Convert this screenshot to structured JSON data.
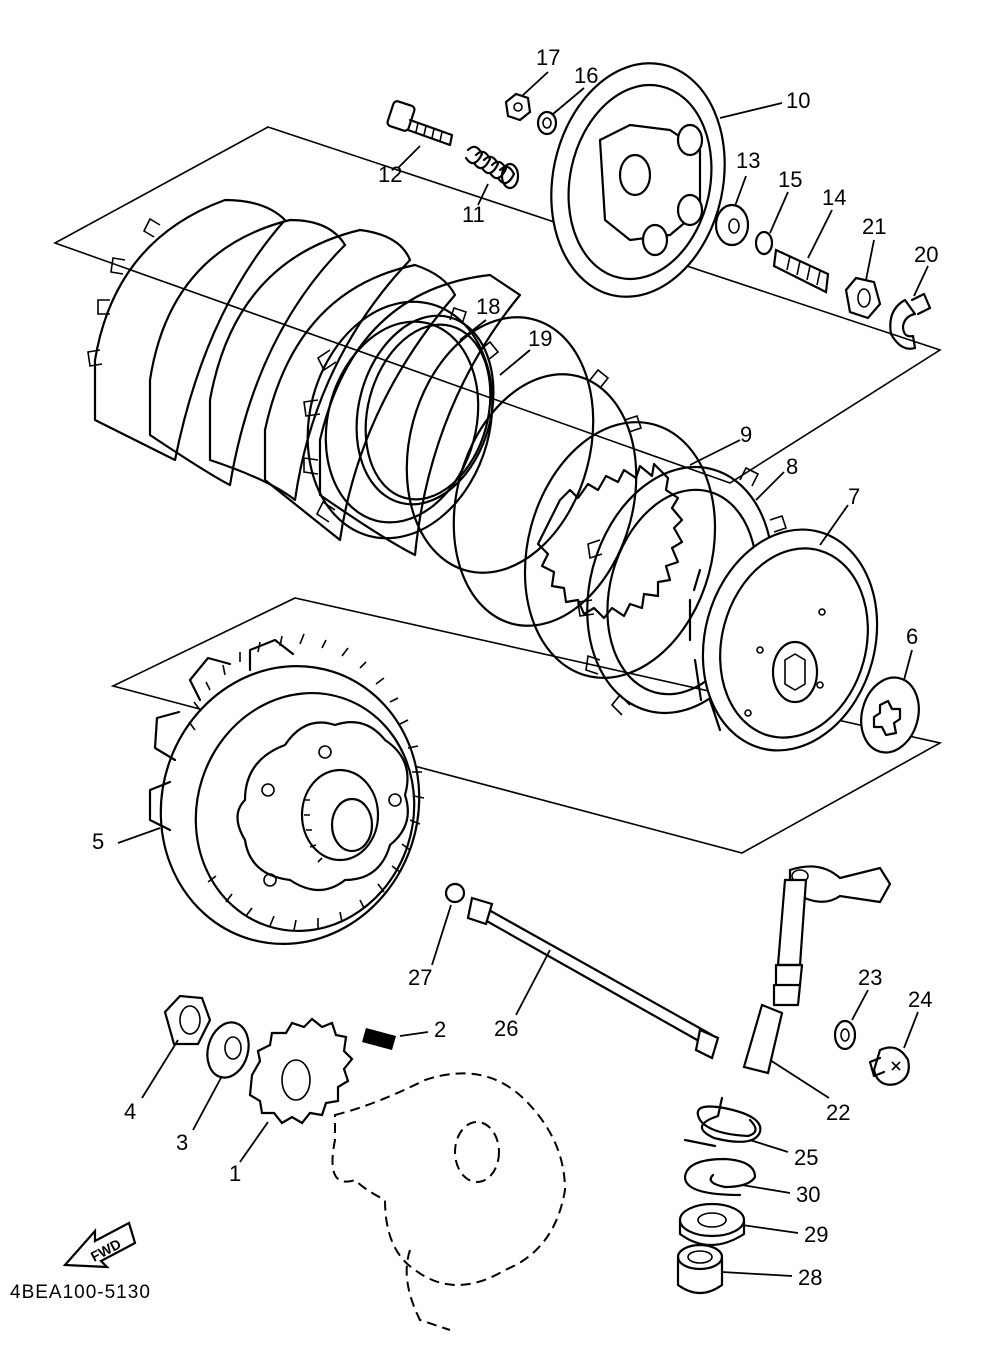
{
  "diagram": {
    "callouts": [
      "1",
      "2",
      "3",
      "4",
      "5",
      "6",
      "7",
      "8",
      "9",
      "10",
      "11",
      "12",
      "13",
      "14",
      "15",
      "16",
      "17",
      "18",
      "19",
      "20",
      "21",
      "22",
      "23",
      "24",
      "25",
      "26",
      "27",
      "28",
      "29",
      "30"
    ],
    "direction_label": "FWD",
    "drawing_code": "4BEA100-5130"
  }
}
